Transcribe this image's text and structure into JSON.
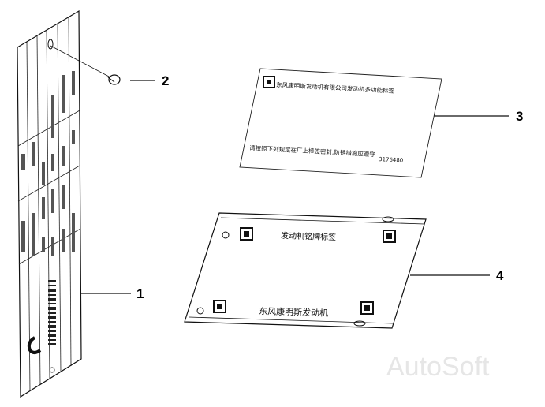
{
  "diagram": {
    "callouts": [
      {
        "id": "1",
        "label": "1"
      },
      {
        "id": "2",
        "label": "2"
      },
      {
        "id": "3",
        "label": "3"
      },
      {
        "id": "4",
        "label": "4"
      }
    ],
    "label_3": {
      "line_top": "东风康明斯发动机有限公司发动机多功能标签",
      "line_bottom": "请按照下列规定在厂上棒签密封,防锈措施应遵守",
      "part_no": "3176480"
    },
    "plate_4": {
      "line_top": "发动机铭牌标签",
      "line_bottom": "东风康明斯发动机"
    },
    "watermark": "AutoSoft",
    "colors": {
      "ink": "#000000",
      "paper": "#ffffff",
      "watermark": "#e6e6e6"
    }
  }
}
